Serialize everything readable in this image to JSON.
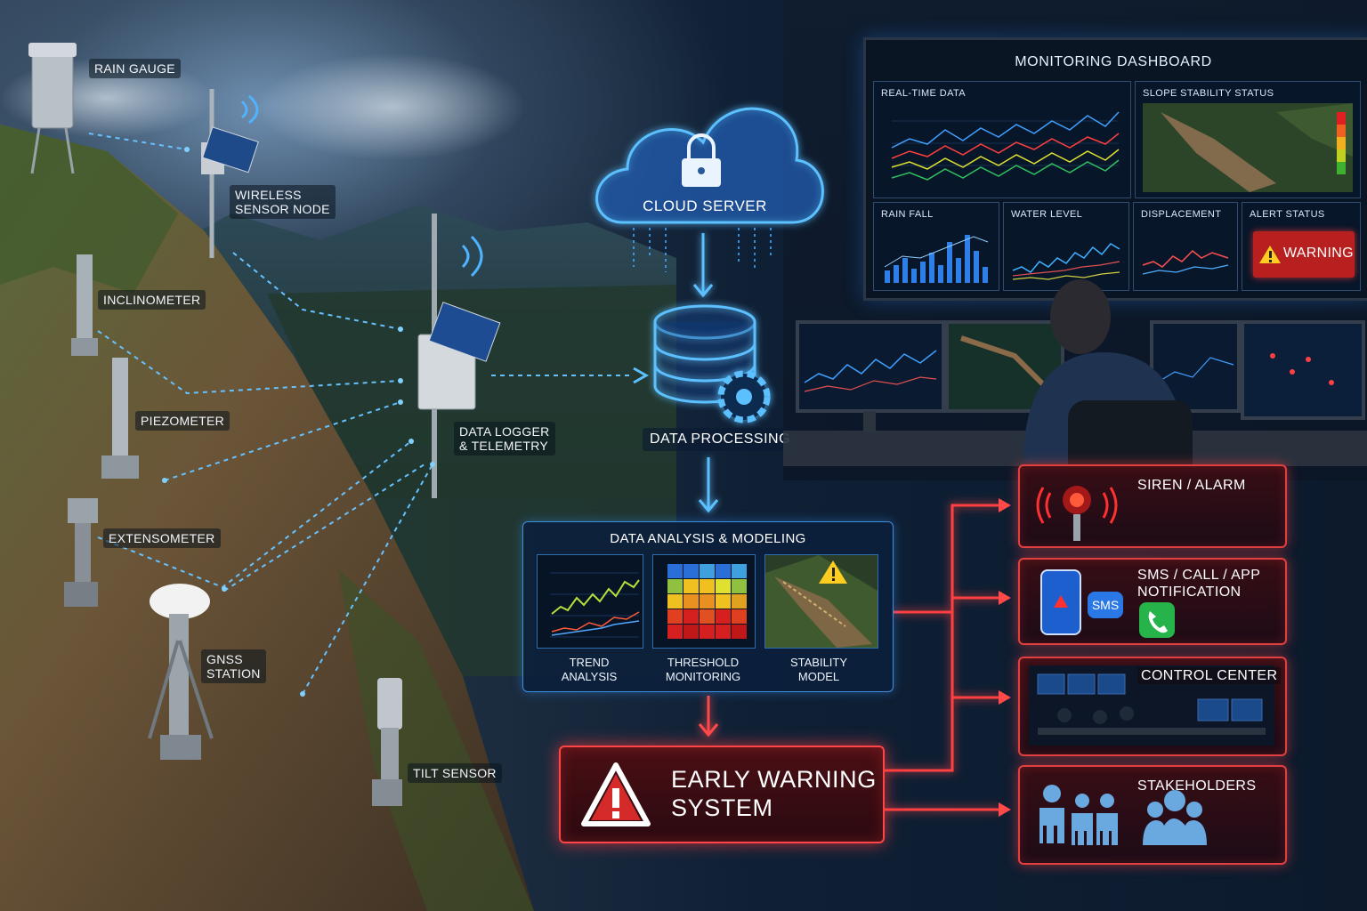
{
  "sensors": {
    "rain_gauge": "RAIN GAUGE",
    "wireless_node_line1": "WIRELESS",
    "wireless_node_line2": "SENSOR NODE",
    "inclinometer": "INCLINOMETER",
    "piezometer": "PIEZOMETER",
    "extensometer": "EXTENSOMETER",
    "gnss_line1": "GNSS",
    "gnss_line2": "STATION",
    "tilt_sensor": "TILT SENSOR",
    "data_logger_line1": "DATA LOGGER",
    "data_logger_line2": "& TELEMETRY"
  },
  "flow": {
    "cloud_server": "CLOUD SERVER",
    "data_processing": "DATA PROCESSING",
    "analysis_title": "DATA ANALYSIS & MODELING",
    "trend_line1": "TREND",
    "trend_line2": "ANALYSIS",
    "threshold_line1": "THRESHOLD",
    "threshold_line2": "MONITORING",
    "stability_line1": "STABILITY",
    "stability_line2": "MODEL",
    "ews_line1": "EARLY WARNING",
    "ews_line2": "SYSTEM"
  },
  "dashboard": {
    "title": "MONITORING DASHBOARD",
    "realtime": "REAL-TIME DATA",
    "slope": "SLOPE STABILITY STATUS",
    "rainfall": "RAIN FALL",
    "water_level": "WATER LEVEL",
    "displacement": "DISPLACEMENT",
    "alert_status": "ALERT STATUS",
    "warning": "WARNING"
  },
  "outputs": {
    "siren": "SIREN / ALARM",
    "sms_line1": "SMS / CALL / APP",
    "sms_line2": "NOTIFICATION",
    "sms_badge": "SMS",
    "control": "CONTROL CENTER",
    "stakeholders": "STAKEHOLDERS"
  },
  "colors": {
    "accent_blue": "#39a8ff",
    "alert_red": "#e53a3a",
    "heat_high": "#d62020",
    "heat_mid": "#f0c020",
    "heat_low": "#30b040"
  }
}
